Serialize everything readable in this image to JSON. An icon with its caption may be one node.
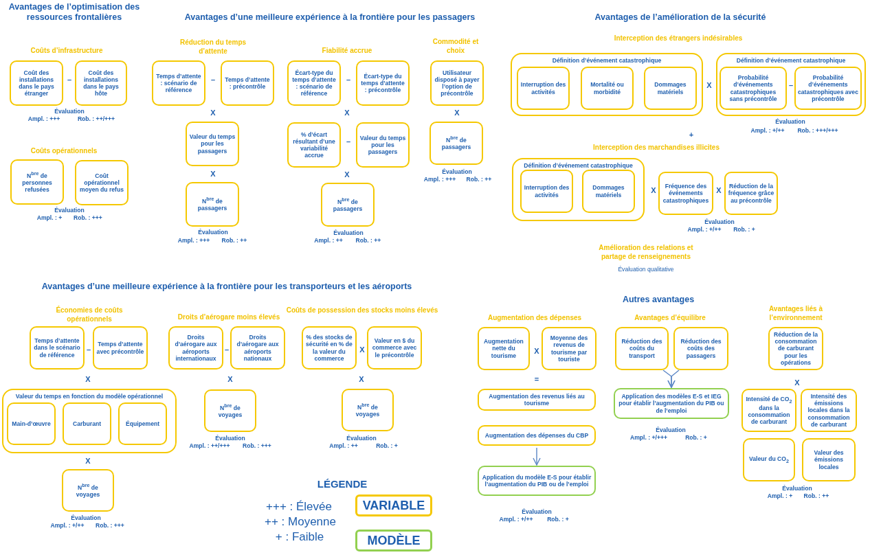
{
  "diagram": {
    "nodes": [
      {
        "text": [
          "Coût des installations dans le pays étranger"
        ]
      },
      {
        "text": [
          "Coût des installations dans le pays hôte"
        ]
      },
      {
        "text": [
          "N$^{bre}$ de personnes refusées"
        ]
      },
      {
        "text": [
          "Coût opérationnel moyen du refus"
        ]
      },
      {
        "text": [
          "Temps d’attente : scénario de référence"
        ]
      },
      {
        "text": [
          "Temps d’attente : précontrôle"
        ]
      },
      {
        "text": [
          "Valeur du temps pour les passagers"
        ]
      },
      {
        "text": [
          "N$^{bre}$ de passagers"
        ]
      },
      {
        "text": [
          "Écart-type du temps d’attente : scénario de référence"
        ]
      },
      {
        "text": [
          "Écart-type du temps d’attente : précontrôle"
        ]
      },
      {
        "text": [
          "% d’écart résultant d’une variabilité accrue"
        ]
      },
      {
        "text": [
          "Valeur du temps pour les passagers"
        ]
      },
      {
        "text": [
          "N$^{bre}$ de passagers"
        ]
      },
      {
        "text": [
          "Utilisateur disposé à payer l’option de précontrôle"
        ]
      },
      {
        "text": [
          "N$^{bre}$ de passagers"
        ]
      },
      {
        "text": [
          "Définition d’événement catastrophique"
        ]
      },
      {
        "text": [
          "Interruption des activités"
        ],
        "in": 15
      },
      {
        "text": [
          "Mortalité ou morbidité"
        ],
        "in": 15
      },
      {
        "text": [
          "Dommages matériels"
        ],
        "in": 15
      },
      {
        "text": [
          "Définition d’événement catastrophique"
        ]
      },
      {
        "text": [
          "Probabilité d’événements catastrophiques sans précontrôle"
        ],
        "in": 19
      },
      {
        "text": [
          "Probabilité d’événements catastrophiques avec précontrôle"
        ],
        "in": 19
      },
      {
        "text": [
          "Définition d’événement catastrophique"
        ]
      },
      {
        "text": [
          "Interruption des activités"
        ],
        "in": 22
      },
      {
        "text": [
          "Dommages matériels"
        ],
        "in": 22
      },
      {
        "text": [
          "Fréquence des événements catastrophiques"
        ]
      },
      {
        "text": [
          "Réduction de la fréquence grâce au précontrôle"
        ]
      },
      {
        "text": [
          "Temps d’attente dans le scénario de référence"
        ]
      },
      {
        "text": [
          "Temps d’attente avec précontrôle"
        ]
      },
      {
        "text": [
          "Valeur du temps en fonction du modèle opérationnel"
        ]
      },
      {
        "text": [
          "Main-d’œuvre"
        ],
        "in": 29
      },
      {
        "text": [
          "Carburant"
        ],
        "in": 29
      },
      {
        "text": [
          "Équipement"
        ],
        "in": 29
      },
      {
        "text": [
          "N$^{bre}$ de voyages"
        ]
      },
      {
        "text": [
          "Droits d’aérogare aux aéroports internationaux"
        ]
      },
      {
        "text": [
          "Droits d’aérogare aux aéroports nationaux"
        ]
      },
      {
        "text": [
          "N$^{bre}$ de voyages"
        ]
      },
      {
        "text": [
          "% des stocks de sécurité en % de la valeur du commerce"
        ]
      },
      {
        "text": [
          "Valeur en $ du commerce avec le précontrôle"
        ]
      },
      {
        "text": [
          "N$^{bre}$ de voyages"
        ]
      },
      {
        "text": [
          "Augmentation nette du tourisme"
        ]
      },
      {
        "text": [
          "Moyenne des revenus de tourisme par touriste"
        ]
      },
      {
        "text": [
          "Augmentation des revenus liés au tourisme"
        ]
      },
      {
        "text": [
          "Augmentation des dépenses du CBP"
        ]
      },
      {
        "text": [
          "Application du modèle E-S pour établir l’augmentation du PIB ou de l’emploi"
        ]
      },
      {
        "text": [
          "Réduction des coûts du transport"
        ]
      },
      {
        "text": [
          "Réduction des coûts des passagers"
        ]
      },
      {
        "text": [
          "Application des modèles E-S et IEG pour établir l’augmentation du PIB ou de l’emploi"
        ]
      },
      {
        "text": [
          "Réduction de la consommation de carburant pour les opérations"
        ]
      },
      {
        "text": [
          "Intensité de CO$_{2}$ dans la consommation de carburant"
        ]
      },
      {
        "text": [
          "Intensité des émissions locales dans la consommation de carburant"
        ]
      },
      {
        "text": [
          "Valeur du CO$_{2}$"
        ]
      },
      {
        "text": [
          "Valeur des émissions locales"
        ]
      }
    ],
    "edges": [
      {
        "from": 43,
        "to": 44,
        "arrow": "to"
      },
      {
        "from": 45,
        "to": 47,
        "arrow": "to"
      },
      {
        "from": 46,
        "to": 47,
        "arrow": "to"
      }
    ],
    "labels": [
      "Avantages de l’optimisation des ressources frontalières",
      "Coûts d’infrastructure",
      "–",
      "Évaluation",
      "Ampl. : +++",
      "Rob. : ++/+++",
      "Coûts opérationnels",
      "Évaluation",
      "Ampl. : +",
      "Rob. : +++",
      "Avantages d’une meilleure expérience à la frontière pour les passagers",
      "Réduction du temps d’attente",
      "–",
      "X",
      "X",
      "Évaluation",
      "Ampl. : +++",
      "Rob. : ++",
      "Fiabilité accrue",
      "–",
      "X",
      "–",
      "X",
      "Évaluation",
      "Ampl. : ++",
      "Rob. : ++",
      "Commodité et choix",
      "X",
      "Évaluation",
      "Ampl. : +++",
      "Rob. : ++",
      "Avantages de l’amélioration de la sécurité",
      "Interception des étrangers indésirables",
      "X",
      "–",
      "Évaluation",
      "Ampl. : +/++",
      "Rob. : +++/+++",
      "+",
      "Interception des marchandises illicites",
      "X",
      "X",
      "Évaluation",
      "Ampl. : +/++",
      "Rob. : +",
      "Amélioration des relations et partage de renseignements",
      "Évaluation qualitative",
      "Avantages d’une meilleure expérience à la frontière pour les transporteurs et les aéroports",
      "Économies de coûts opérationnels",
      "–",
      "X",
      "X",
      "Évaluation",
      "Ampl. : +/++",
      "Rob. : +++",
      "Droits d’aérogare moins élevés",
      "–",
      "X",
      "Évaluation",
      "Ampl. : ++/+++",
      "Rob. : +++",
      "Coûts de possession des stocks moins élevés",
      "X",
      "X",
      "Évaluation",
      "Ampl. : ++",
      "Rob. : +",
      "LÉGENDE",
      "+++ : Élevée",
      "++ : Moyenne",
      "+ : Faible",
      "Autres avantages",
      "Augmentation des dépenses",
      "X",
      "=",
      "Évaluation",
      "Ampl. : +/++",
      "Rob. : +",
      "Avantages d’équilibre",
      "Évaluation",
      "Ampl. : +/+++",
      "Rob. : +",
      "Avantages liés à l’environnement",
      "X",
      "Évaluation",
      "Ampl. : +",
      "Rob. : ++"
    ],
    "legend": [
      {
        "text": "VARIABLE",
        "color": "#f5c800"
      },
      {
        "text": "MODÈLE",
        "color": "#92d050"
      }
    ]
  }
}
